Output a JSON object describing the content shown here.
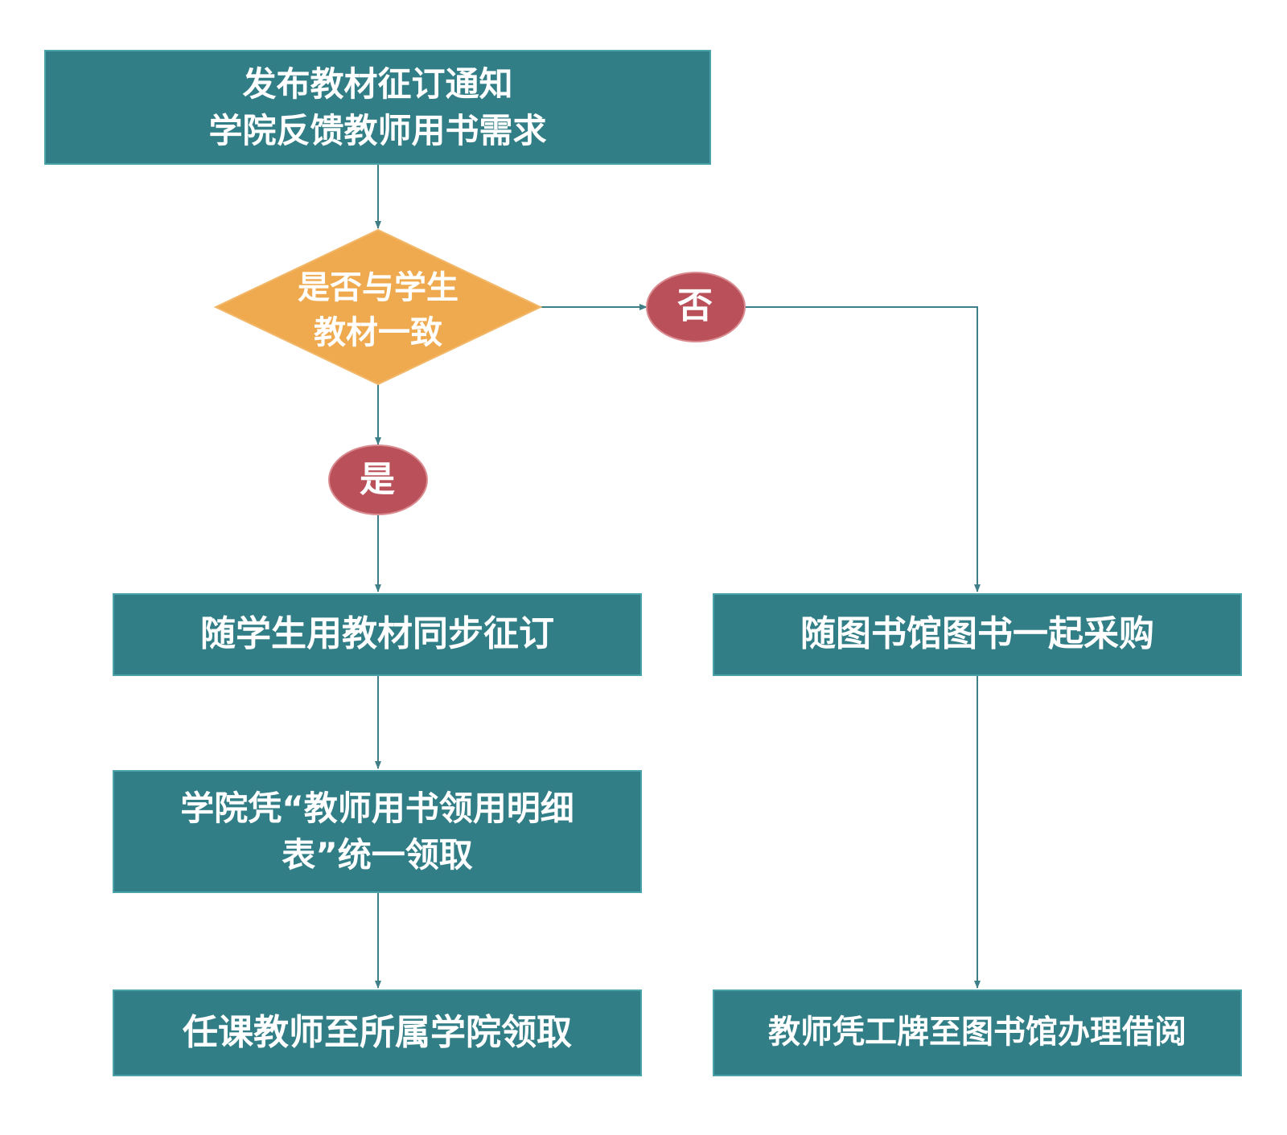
{
  "colors": {
    "process_fill": "#317e86",
    "process_border": "#4aa3ab",
    "decision_fill": "#efa94f",
    "branch_fill": "#b9505a",
    "branch_border": "#d98b90",
    "connector": "#3f7f87",
    "text": "#ffffff"
  },
  "nodes": {
    "notice": {
      "line1": "发布教材征订通知",
      "line2": "学院反馈教师用书需求"
    },
    "decision": {
      "line1": "是否与学生",
      "line2": "教材一致"
    },
    "no_label": "否",
    "yes_label": "是",
    "order_with_students": "随学生用教材同步征订",
    "college_collect": {
      "line1": "学院凭“教师用书领用明细",
      "line2": "表”统一领取"
    },
    "teacher_collect": "任课教师至所属学院领取",
    "library_purchase": "随图书馆图书一起采购",
    "library_borrow": "教师凭工牌至图书馆办理借阅"
  }
}
